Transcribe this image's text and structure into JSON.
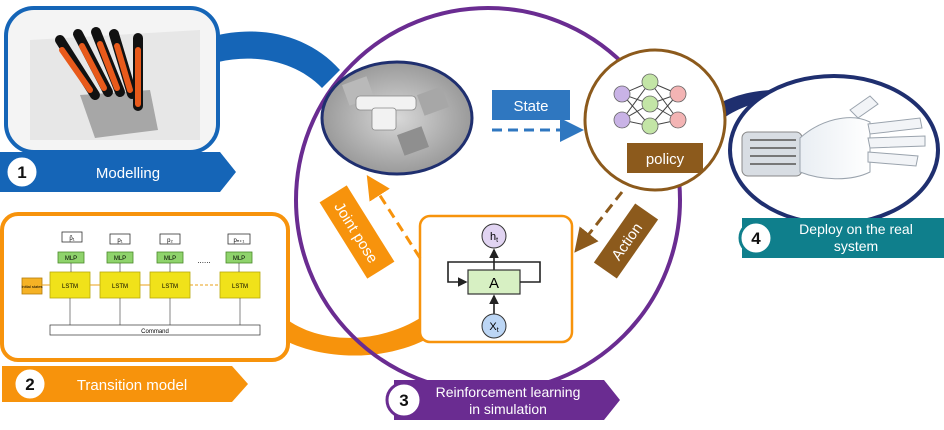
{
  "steps": [
    {
      "num": "1",
      "label": "Modelling"
    },
    {
      "num": "2",
      "label": "Transition model"
    },
    {
      "num": "3",
      "label_line1": "Reinforcement learning",
      "label_line2": "in simulation"
    },
    {
      "num": "4",
      "label_line1": "Deploy on the real",
      "label_line2": "system"
    }
  ],
  "rl_loop": {
    "state_label": "State",
    "policy_label": "policy",
    "action_label": "Action",
    "joint_pose_label": "Joint pose",
    "rnn_cell": "A",
    "rnn_output": "h",
    "rnn_output_sub": "t",
    "rnn_input": "X",
    "rnn_input_sub": "t"
  },
  "transition_model": {
    "outputs": [
      "p̂₁",
      "p₁",
      "p₂",
      "pₙ₊₁"
    ],
    "mlp_label": "MLP",
    "lstm_label": "LSTM",
    "initial_states_label": "Initial states",
    "command_label": "Command",
    "ellipsis": "......"
  },
  "colors": {
    "blue": "#1565b7",
    "orange": "#f7930c",
    "purple": "#6a2c91",
    "brown": "#8c5a1c",
    "teal": "#0f7f8c",
    "navy": "#1f2f6f"
  }
}
